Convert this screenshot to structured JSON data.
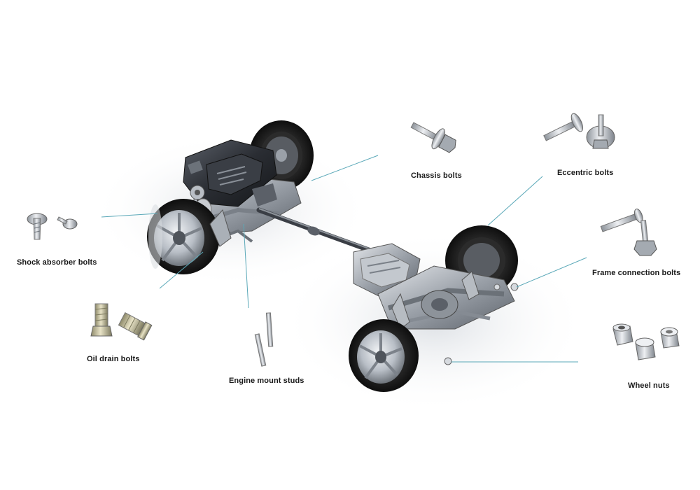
{
  "diagram": {
    "part_labels": {
      "shock_absorber_bolts": "Shock absorber bolts",
      "oil_drain_bolts": "Oil drain bolts",
      "engine_mount_studs": "Engine mount studs",
      "chassis_bolts": "Chassis bolts",
      "eccentric_bolts": "Eccentric bolts",
      "frame_connection_bolts": "Frame connection bolts",
      "wheel_nuts": "Wheel nuts"
    },
    "colors": {
      "leader_line": "#5aa8b8",
      "tire": "#1c1c1c",
      "rim": "#c8ccd2",
      "chassis_metal": "#9aa0a8",
      "engine_dark": "#2a2d33",
      "bolt_steel": "#b9bec5",
      "bolt_brass": "#c9b36a"
    }
  }
}
